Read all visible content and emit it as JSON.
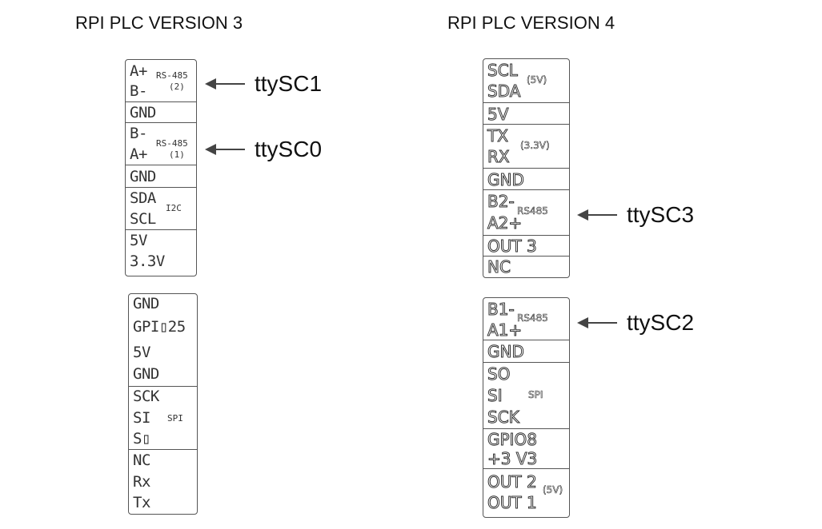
{
  "titles": {
    "v3": "RPI PLC VERSION 3",
    "v4": "RPI PLC VERSION 4"
  },
  "v3": {
    "top": {
      "rs485_2": {
        "l1": "A+",
        "l2": "B-",
        "s1": "RS-485",
        "s2": "(2)"
      },
      "gnd1": "GND",
      "rs485_1": {
        "l1": "B-",
        "l2": "A+",
        "s1": "RS-485",
        "s2": "(1)"
      },
      "gnd2": "GND",
      "i2c": {
        "l1": "SDA",
        "l2": "SCL",
        "s1": "I2C"
      },
      "power": {
        "l1": "5V",
        "l2": "3.3V"
      }
    },
    "bottom": {
      "misc": {
        "l1": "GND",
        "l2": "GPI▯25",
        "l3": "5V",
        "l4": "GND"
      },
      "spi": {
        "l1": "SCK",
        "l2": "SI",
        "l3": "S▯",
        "s1": "SPI"
      },
      "uart": {
        "l1": "NC",
        "l2": "Rx",
        "l3": "Tx"
      }
    }
  },
  "v4": {
    "top": {
      "i2c": {
        "l1": "SCL",
        "l2": "SDA",
        "s1": "(5V)"
      },
      "p5v": "5V",
      "uart": {
        "l1": "TX",
        "l2": "RX",
        "s1": "(3.3V)"
      },
      "gnd": "GND",
      "rs485_2": {
        "l1": "B2-",
        "l2": "A2+",
        "s1": "RS485"
      },
      "out3": "OUT 3",
      "nc": "NC"
    },
    "bottom": {
      "rs485_1": {
        "l1": "B1-",
        "l2": "A1+",
        "s1": "RS485"
      },
      "gnd": "GND",
      "spi": {
        "l1": "SO",
        "l2": "SI",
        "l3": "SCK",
        "s1": "SPI"
      },
      "gpio": {
        "l1": "GPIO8",
        "l2": "+3 V3"
      },
      "outs": {
        "l1": "OUT 2",
        "l2": "OUT 1",
        "s1": "(5V)"
      }
    }
  },
  "callouts": {
    "c1": "ttySC1",
    "c0": "ttySC0",
    "c3": "ttySC3",
    "c2": "ttySC2"
  },
  "colors": {
    "line": "#555555",
    "text": "#111111"
  }
}
